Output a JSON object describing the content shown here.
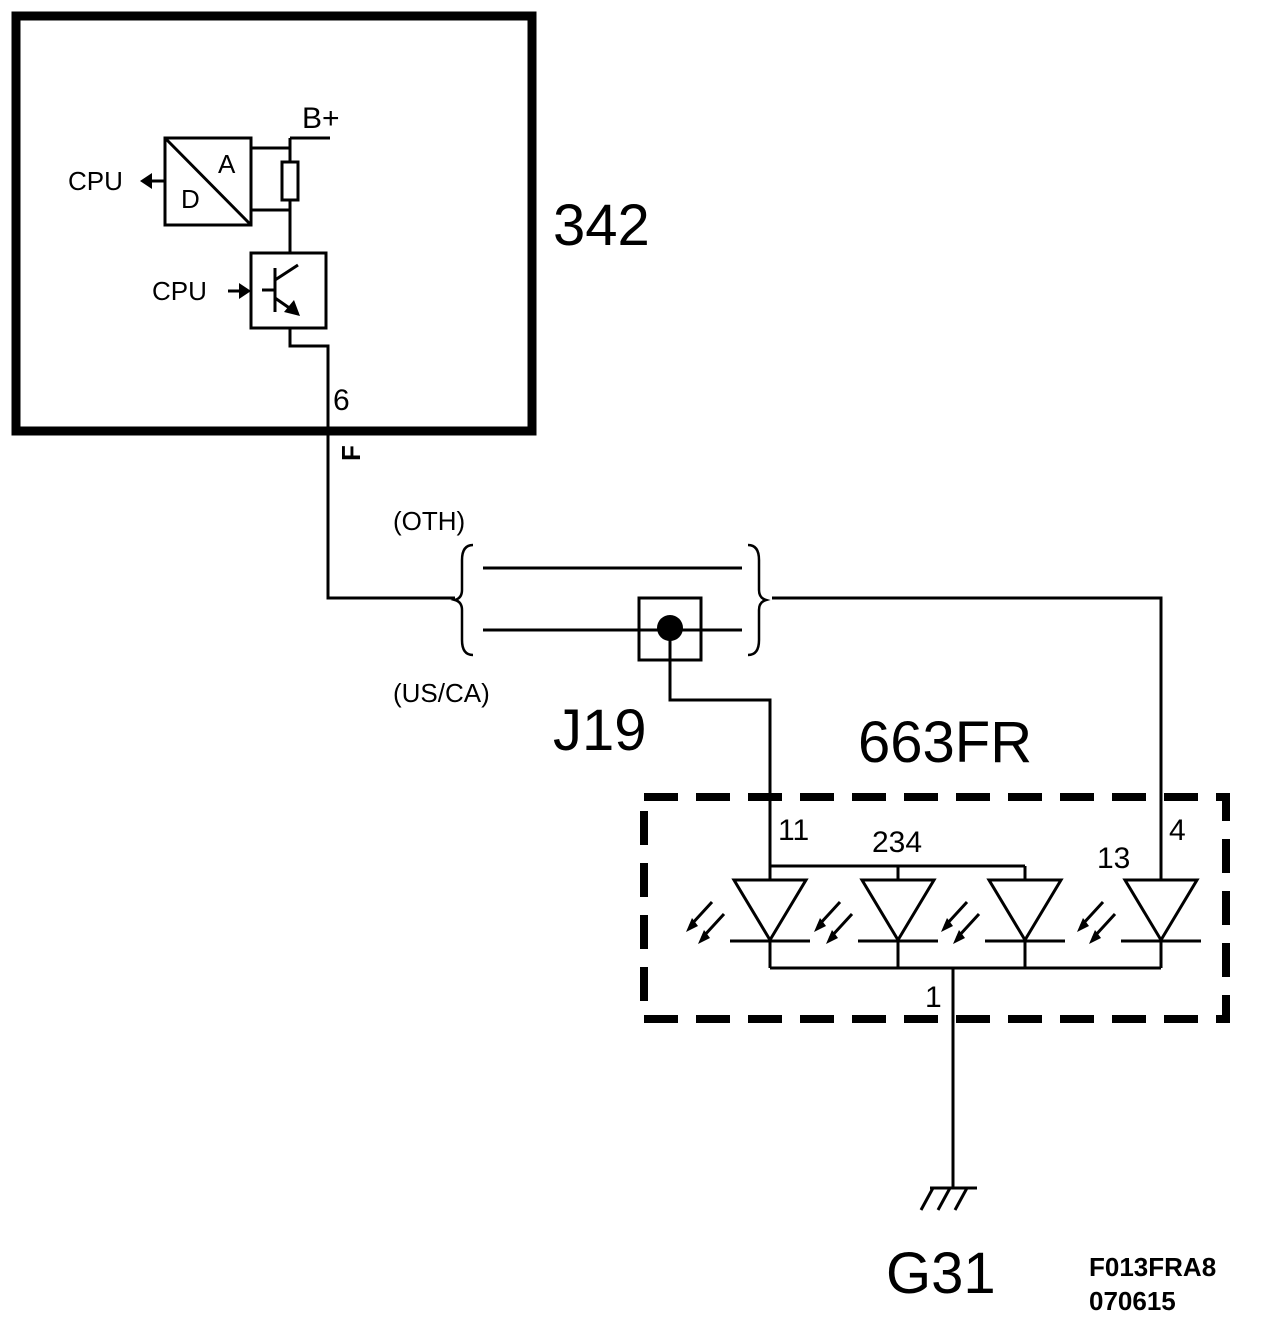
{
  "labels": {
    "module_342": "342",
    "supply": "B+",
    "cpu_out": "CPU",
    "cpu_in": "CPU",
    "adc_a": "A",
    "adc_d": "D",
    "pin_6": "6",
    "wire_color_f": "F",
    "variant_oth": "(OTH)",
    "variant_usca": "(US/CA)",
    "junction_j19": "J19",
    "lamp_663fr": "663FR",
    "pin_11": "11",
    "pin_234": "234",
    "pin_13": "13",
    "pin_4": "4",
    "pin_1": "1",
    "ground_g31": "G31",
    "doc_code": "F013FRA8",
    "doc_date": "070615"
  },
  "colors": {
    "ink": "#000000",
    "background": "#ffffff"
  }
}
